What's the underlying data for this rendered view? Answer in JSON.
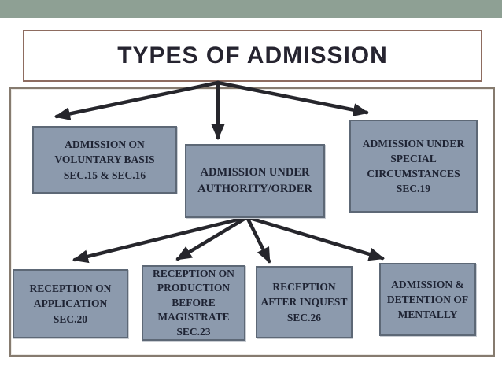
{
  "slide": {
    "title": "TYPES OF ADMISSION"
  },
  "colors": {
    "top_bar": "#8EA094",
    "title_border": "#8E6C60",
    "title_text": "#262430",
    "diagram_border": "#867B6F",
    "node_fill": "#8C9AAD",
    "node_border": "#5D6876",
    "node_text": "#1E2333",
    "arrow": "#26262C"
  },
  "diagram": {
    "nodes": [
      {
        "id": "voluntary",
        "label": "ADMISSION ON\nVOLUNTARY BASIS\nSEC.15 & SEC.16"
      },
      {
        "id": "authority",
        "label": "ADMISSION UNDER\nAUTHORITY/ORDER"
      },
      {
        "id": "special",
        "label": "ADMISSION UNDER\nSPECIAL\nCIRCUMSTANCES\nSEC.19"
      },
      {
        "id": "application",
        "label": "RECEPTION ON\nAPPLICATION\nSEC.20"
      },
      {
        "id": "production",
        "label": "RECEPTION ON\nPRODUCTION\nBEFORE\nMAGISTRATE\nSEC.23"
      },
      {
        "id": "inquest",
        "label": "RECEPTION\nAFTER INQUEST\nSEC.26"
      },
      {
        "id": "mentally",
        "label": "ADMISSION &\nDETENTION OF\nMENTALLY"
      }
    ],
    "edges": [
      {
        "from": "title",
        "to": "voluntary"
      },
      {
        "from": "title",
        "to": "authority"
      },
      {
        "from": "title",
        "to": "special"
      },
      {
        "from": "authority",
        "to": "application"
      },
      {
        "from": "authority",
        "to": "production"
      },
      {
        "from": "authority",
        "to": "inquest"
      },
      {
        "from": "authority",
        "to": "mentally"
      }
    ]
  }
}
